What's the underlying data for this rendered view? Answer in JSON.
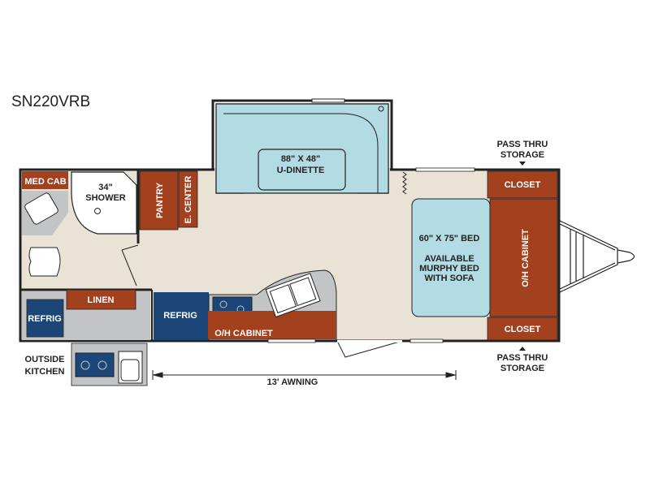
{
  "model": "SN220VRB",
  "labels": {
    "med_cab": "MED CAB",
    "shower_size": "34\"",
    "shower": "SHOWER",
    "pantry": "PANTRY",
    "e_center": "E. CENTER",
    "dinette_size": "88\" X 48\"",
    "dinette": "U-DINETTE",
    "linen": "LINEN",
    "refrig_bath": "REFRIG",
    "refrig_kitchen": "REFRIG",
    "oh_cabinet_kitchen": "O/H CABINET",
    "bed_size": "60\" X 75\" BED",
    "bed_note_1": "AVAILABLE",
    "bed_note_2": "MURPHY BED",
    "bed_note_3": "WITH SOFA",
    "oh_cabinet_front": "O/H CABINET",
    "closet_top": "CLOSET",
    "closet_bottom": "CLOSET",
    "pass_thru_top_1": "PASS THRU",
    "pass_thru_top_2": "STORAGE",
    "pass_thru_bottom_1": "PASS THRU",
    "pass_thru_bottom_2": "STORAGE",
    "outside_kitchen_1": "OUTSIDE",
    "outside_kitchen_2": "KITCHEN",
    "awning": "13' AWNING"
  },
  "colors": {
    "floor": "#e9e3d6",
    "cabinet": "#a3401e",
    "appliance": "#1b4677",
    "soft": "#b2dbe3",
    "counter": "#c3c4c6",
    "wall": "#222222"
  }
}
